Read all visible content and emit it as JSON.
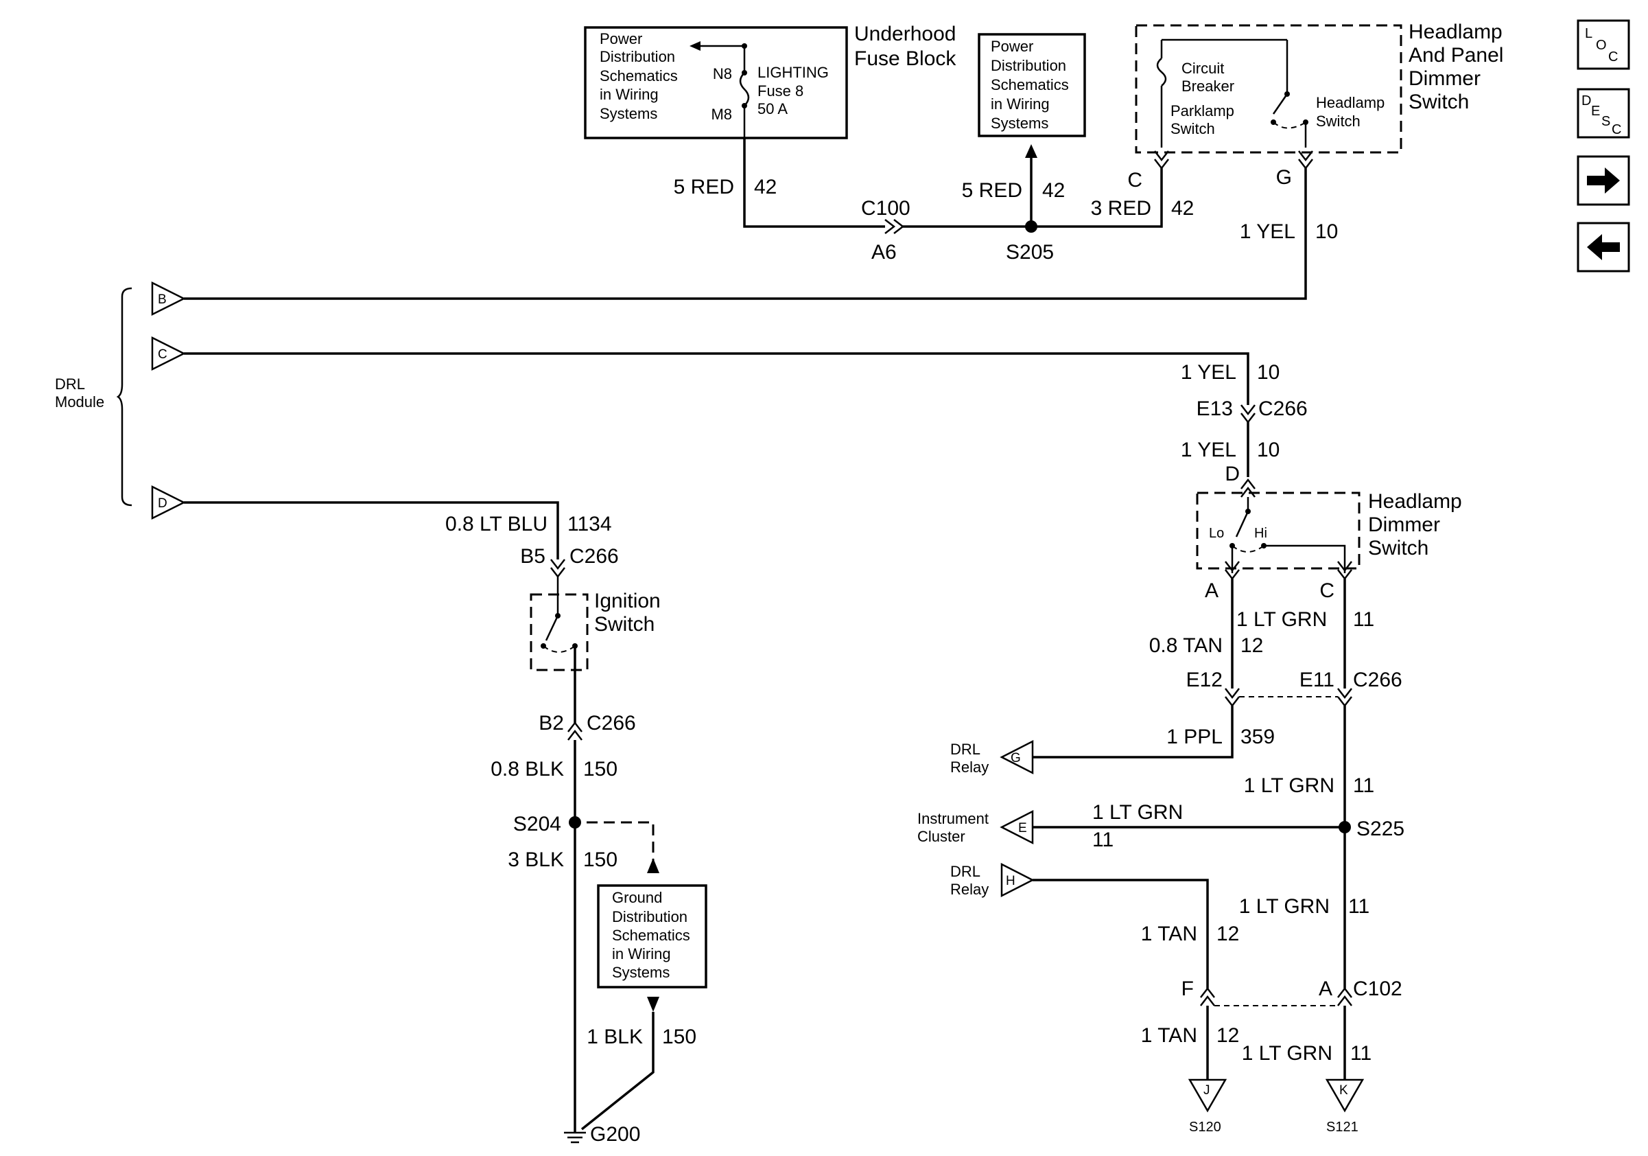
{
  "fuse_block": {
    "ref_text": [
      "Power",
      "Distribution",
      "Schematics",
      "in Wiring",
      "Systems"
    ],
    "title_lines": [
      "Underhood",
      "Fuse Block"
    ],
    "pin_in": "N8",
    "pin_out": "M8",
    "fuse_lines": [
      "LIGHTING",
      "Fuse 8",
      "50 A"
    ]
  },
  "power_ref_box": {
    "lines": [
      "Power",
      "Distribution",
      "Schematics",
      "in Wiring",
      "Systems"
    ]
  },
  "panel_switch": {
    "title_lines": [
      "Headlamp",
      "And Panel",
      "Dimmer",
      "Switch"
    ],
    "breaker_lines": [
      "Circuit",
      "Breaker"
    ],
    "parklamp_lines": [
      "Parklamp",
      "Switch"
    ],
    "headlamp_lines": [
      "Headlamp",
      "Switch"
    ],
    "pin_c": "C",
    "pin_g": "G"
  },
  "top_wires": {
    "w1_size": "5 RED",
    "w1_num": "42",
    "c100": "C100",
    "a6": "A6",
    "s205": "S205",
    "w2_size": "5 RED",
    "w2_num": "42",
    "w3_size": "3 RED",
    "w3_num": "42",
    "w4_size": "1 YEL",
    "w4_num": "10"
  },
  "drl_module": {
    "label_lines": [
      "DRL",
      "Module"
    ],
    "pins": [
      "B",
      "C",
      "D"
    ]
  },
  "right_upper": {
    "w_size": "1 YEL",
    "w_num": "10",
    "e13": "E13",
    "c266": "C266",
    "w2_size": "1 YEL",
    "w2_num": "10",
    "pin_d": "D"
  },
  "dimmer_switch": {
    "title_lines": [
      "Headlamp",
      "Dimmer",
      "Switch"
    ],
    "lo": "Lo",
    "hi": "Hi",
    "pin_a": "A",
    "pin_c": "C"
  },
  "right_mid": {
    "wa_size": "1 LT GRN",
    "wa_num": "11",
    "wb_size": "0.8 TAN",
    "wb_num": "12",
    "e12": "E12",
    "e11": "E11",
    "c266": "C266",
    "ppl_size": "1 PPL",
    "ppl_num": "359",
    "grn_size": "1 LT GRN",
    "grn_num": "11",
    "s225": "S225",
    "cluster_size": "1 LT GRN",
    "cluster_num": "11",
    "grn2_size": "1 LT GRN",
    "grn2_num": "11",
    "tan_size": "1 TAN",
    "tan_num": "12",
    "pin_f": "F",
    "pin_a": "A",
    "c102": "C102",
    "tan2_size": "1 TAN",
    "tan2_num": "12",
    "grn3_size": "1 LT GRN",
    "grn3_num": "11"
  },
  "connectors_right": {
    "drl_relay_g": {
      "label_lines": [
        "DRL",
        "Relay"
      ],
      "pin": "G"
    },
    "cluster_e": {
      "label_lines": [
        "Instrument",
        "Cluster"
      ],
      "pin": "E"
    },
    "drl_relay_h": {
      "label_lines": [
        "DRL",
        "Relay"
      ],
      "pin": "H"
    },
    "s120": {
      "pin": "J",
      "label": "S120"
    },
    "s121": {
      "pin": "K",
      "label": "S121"
    }
  },
  "left_circuit": {
    "w1_size": "0.8 LT BLU",
    "w1_num": "1134",
    "b5": "B5",
    "c266a": "C266",
    "ignition_lines": [
      "Ignition",
      "Switch"
    ],
    "b2": "B2",
    "c266b": "C266",
    "w2_size": "0.8 BLK",
    "w2_num": "150",
    "s204": "S204",
    "w3_size": "3 BLK",
    "w3_num": "150",
    "ground_ref": [
      "Ground",
      "Distribution",
      "Schematics",
      "in Wiring",
      "Systems"
    ],
    "w4_size": "1 BLK",
    "w4_num": "150",
    "g200": "G200"
  },
  "nav": {
    "loc_letters": [
      "L",
      "O",
      "C"
    ],
    "desc_letters": [
      "D",
      "E",
      "S",
      "C"
    ],
    "next_icon": "arrow-right-icon",
    "prev_icon": "arrow-left-icon"
  }
}
